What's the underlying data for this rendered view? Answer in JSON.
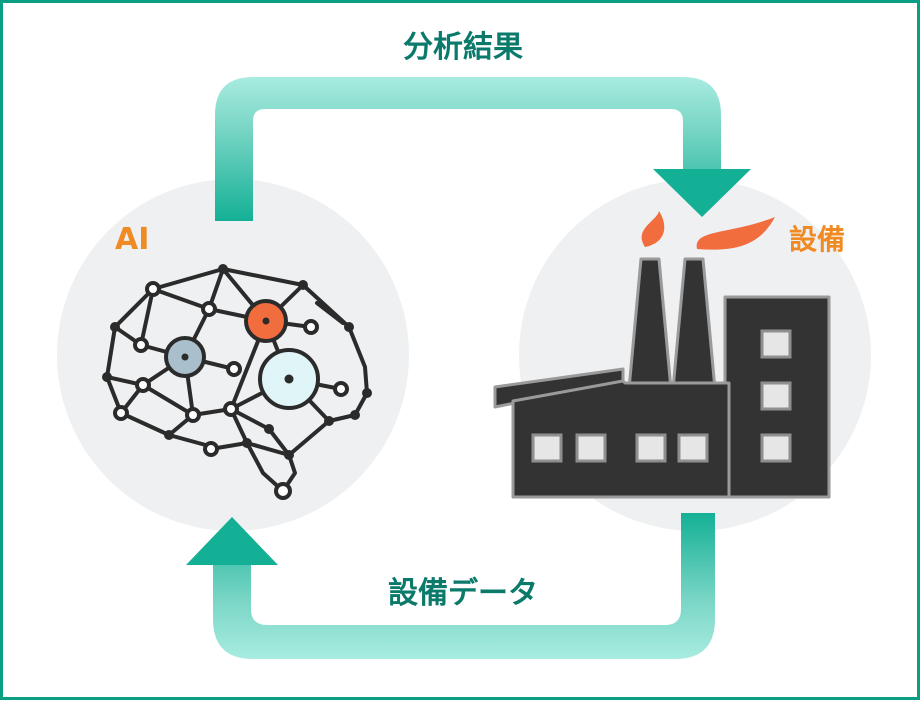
{
  "labels": {
    "top_arrow": "分析結果",
    "bottom_arrow": "設備データ",
    "ai": "AI",
    "facility": "設備"
  },
  "colors": {
    "border": "#0a9e85",
    "arrow_dark": "#14b096",
    "arrow_light": "#a8ece0",
    "arrow_text": "#0b7a6b",
    "accent_orange": "#f08a24",
    "circle_bg": "#eef0f2",
    "factory": "#333333",
    "flame": "#f26d3d"
  }
}
